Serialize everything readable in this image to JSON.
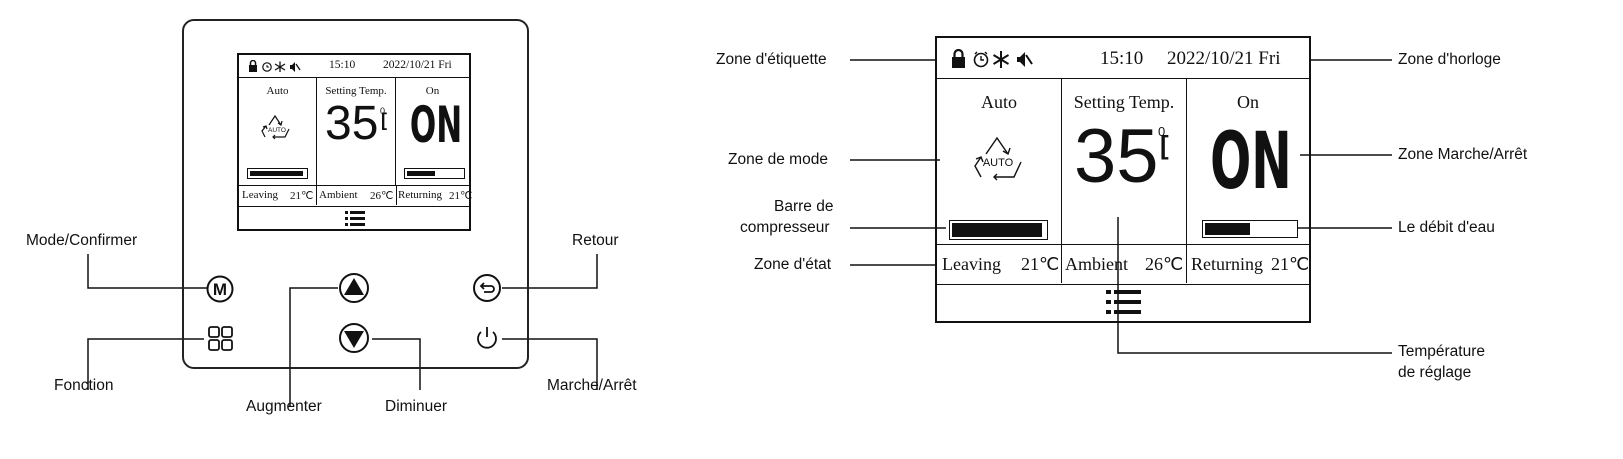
{
  "display": {
    "time": "15:10",
    "date": "2022/10/21 Fri",
    "status_icons": [
      "lock-icon",
      "alarm-clock-icon",
      "snowflake-icon",
      "mute-icon"
    ],
    "mode_title": "Auto",
    "mode_icon_text": "AUTO",
    "setting_title": "Setting Temp.",
    "temp_value": "35",
    "temp_unit_degree": "0",
    "temp_unit_symbol": "[",
    "power_title": "On",
    "power_state": "ON",
    "compressor_level": 0.97,
    "water_flow_level": 0.5,
    "status": {
      "leaving_label": "Leaving",
      "leaving_value": "21℃",
      "ambient_label": "Ambient",
      "ambient_value": "26℃",
      "returning_label": "Returning",
      "returning_value": "21℃"
    },
    "menu_icon": "menu-list-icon"
  },
  "buttons": {
    "mode": "mode-m-icon",
    "up": "triangle-up-icon",
    "back": "return-arrow-icon",
    "function": "grid-four-squares-icon",
    "down": "triangle-down-icon",
    "power": "power-icon"
  },
  "left_labels": {
    "mode": "Mode/Confirmer",
    "retour": "Retour",
    "fonction": "Fonction",
    "augmenter": "Augmenter",
    "diminuer": "Diminuer",
    "marche": "Marche/Arrêt"
  },
  "right_labels": {
    "etiquette": "Zone d'étiquette",
    "horloge": "Zone d'horloge",
    "mode": "Zone de mode",
    "marche": "Zone Marche/Arrêt",
    "barre_1": "Barre de",
    "barre_2": "compresseur",
    "debit": "Le débit d'eau",
    "etat": "Zone d'état",
    "temp_1": "Température",
    "temp_2": "de réglage"
  }
}
